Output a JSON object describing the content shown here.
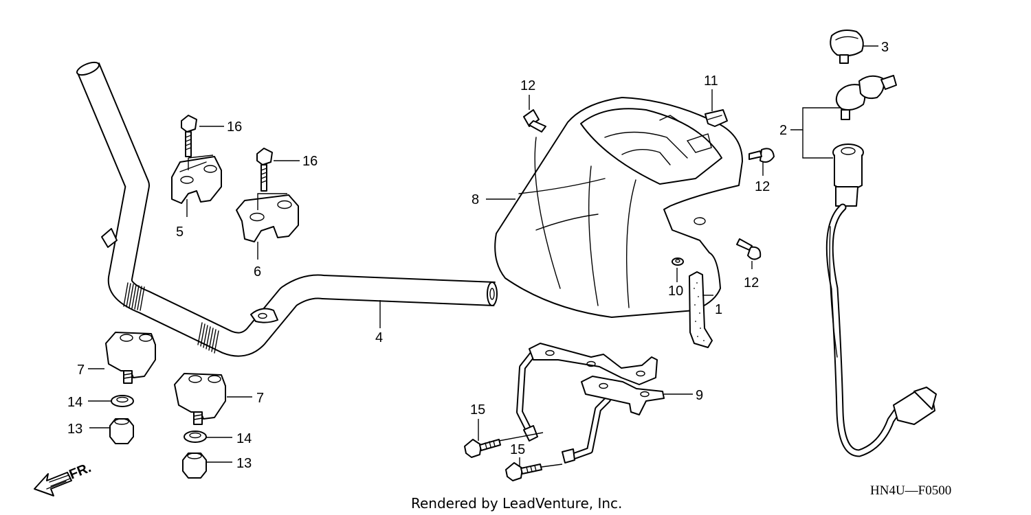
{
  "diagram": {
    "callouts": {
      "c1": "1",
      "c2": "2",
      "c3": "3",
      "c4": "4",
      "c5": "5",
      "c6": "6",
      "c7a": "7",
      "c7b": "7",
      "c8": "8",
      "c9": "9",
      "c10": "10",
      "c11": "11",
      "c12a": "12",
      "c12b": "12",
      "c12c": "12",
      "c13a": "13",
      "c13b": "13",
      "c14a": "14",
      "c14b": "14",
      "c15a": "15",
      "c15b": "15",
      "c16a": "16",
      "c16b": "16"
    },
    "front_marker": "FR.",
    "diagram_code": "HN4U—F0500",
    "credit": "Rendered by LeadVenture, Inc."
  }
}
